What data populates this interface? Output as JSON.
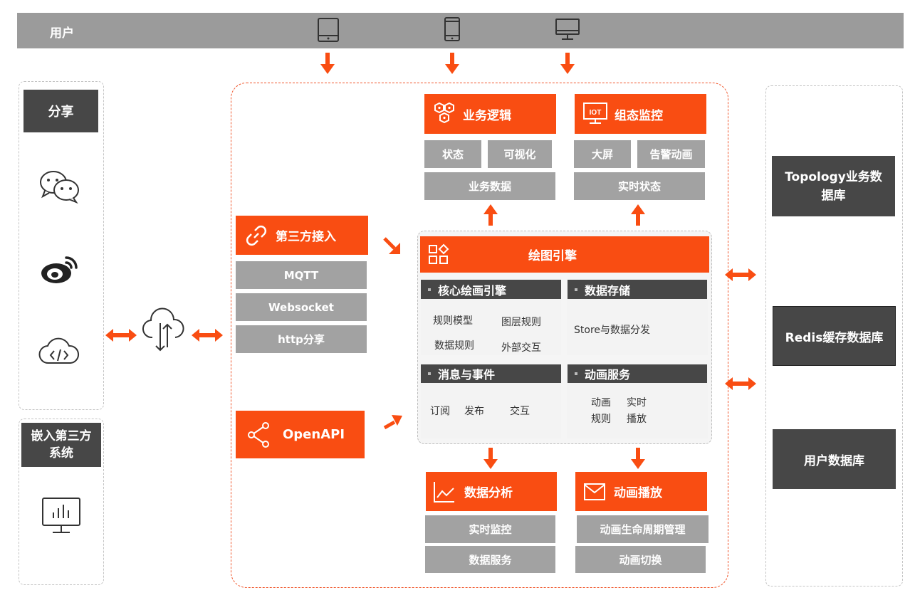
{
  "header": {
    "user_label": "用户"
  },
  "share_panel": {
    "title": "分享"
  },
  "embed_panel": {
    "title": "嵌入第三方系统"
  },
  "third_party": {
    "title": "第三方接入",
    "items": [
      "MQTT",
      "Websocket",
      "http分享"
    ]
  },
  "open_api": {
    "title": "OpenAPI"
  },
  "business_logic": {
    "title": "业务逻辑",
    "items": [
      "状态",
      "可视化",
      "业务数据"
    ]
  },
  "config_monitor": {
    "title": "组态监控",
    "icon_text": "IOT",
    "items": [
      "大屏",
      "告警动画",
      "实时状态"
    ]
  },
  "engine": {
    "title": "绘图引擎",
    "core": {
      "title": "核心绘画引擎",
      "items": [
        "规则模型",
        "图层规则",
        "数据规则",
        "外部交互"
      ]
    },
    "storage": {
      "title": "数据存储",
      "text": "Store与数据分发"
    },
    "events": {
      "title": "消息与事件",
      "items": [
        "订阅",
        "发布",
        "交互"
      ]
    },
    "animation": {
      "title": "动画服务",
      "items": [
        "动画",
        "实时",
        "规则",
        "播放"
      ]
    }
  },
  "data_analysis": {
    "title": "数据分析",
    "items": [
      "实时监控",
      "数据服务"
    ]
  },
  "anim_play": {
    "title": "动画播放",
    "items": [
      "动画生命周期管理",
      "动画切换"
    ]
  },
  "databases": [
    "Topology业务数据库",
    "Redis缓存数据库",
    "用户数据库"
  ],
  "colors": {
    "accent": "#f94d12",
    "dark": "#474747",
    "gray": "#a2a2a2",
    "bar": "#9b9b9b"
  }
}
